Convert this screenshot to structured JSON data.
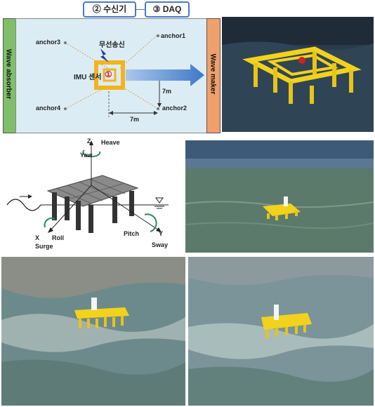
{
  "top_boxes": {
    "receiver": "② 수신기",
    "daq": "③ DAQ"
  },
  "schematic": {
    "wave_absorber": "Wave absorber",
    "wave_maker": "Wave maker",
    "wireless_tx": "무선송신",
    "imu_sensor": "IMU 센서",
    "imu_marker": "①",
    "anchors": [
      "anchor1",
      "anchor2",
      "anchor3",
      "anchor4"
    ],
    "dim_vertical": "7m",
    "dim_horizontal": "7m"
  },
  "dof": {
    "z": "Z",
    "heave": "Heave",
    "yaw": "Yaw",
    "x": "X",
    "surge": "Surge",
    "roll": "Roll",
    "y": "Y",
    "pitch": "Pitch",
    "sway": "Sway"
  },
  "colors": {
    "box_border": "#4a78c8",
    "absorber": "#7fbf6a",
    "maker": "#f0a06a",
    "tank": "#dcecf4",
    "float_yellow": "#f2d21c",
    "arrow_blue": "#3f78c8"
  }
}
